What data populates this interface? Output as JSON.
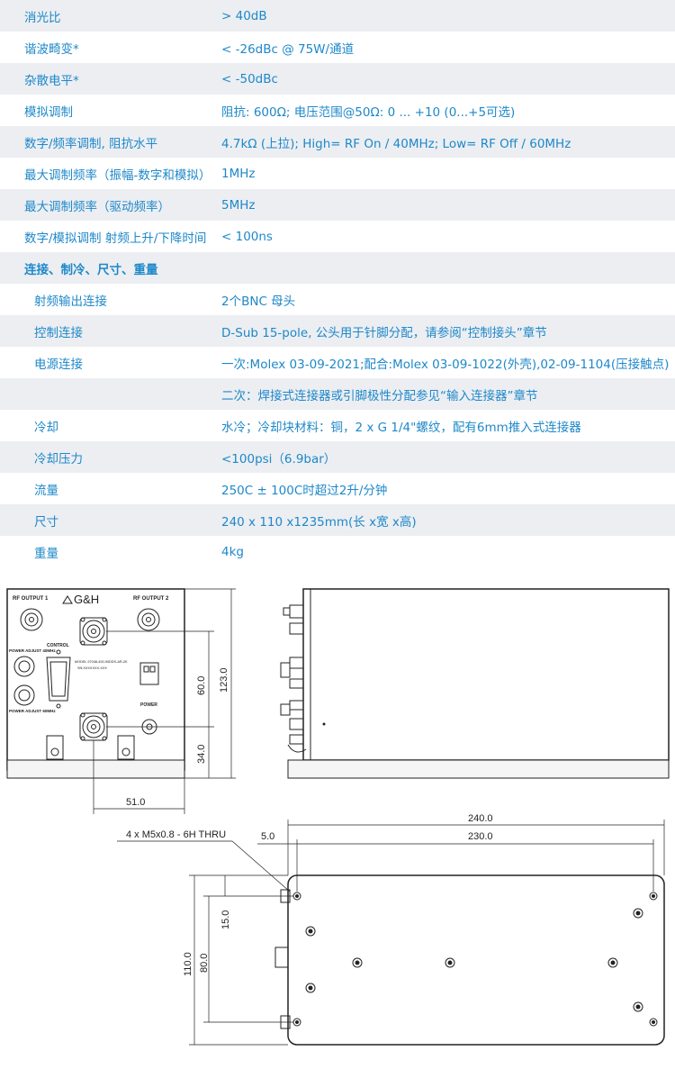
{
  "specs": {
    "rows": [
      {
        "k": "消光比",
        "v": "> 40dB"
      },
      {
        "k": "谐波畸变*",
        "v": "< -26dBc @ 75W/通道"
      },
      {
        "k": "杂散电平*",
        "v": "< -50dBc"
      },
      {
        "k": "模拟调制",
        "v": "阻抗: 600Ω; 电压范围@50Ω: 0 ... +10 (0...+5可选)"
      },
      {
        "k": "数字/频率调制, 阻抗水平",
        "v": " 4.7kΩ (上拉);  High= RF On / 40MHz; Low= RF Off / 60MHz"
      },
      {
        "k": "最大调制频率（振幅-数字和模拟）",
        "v": "1MHz"
      },
      {
        "k": "最大调制频率（驱动频率）",
        "v": "5MHz"
      },
      {
        "k": "数字/模拟调制 射频上升/下降时间",
        "v": "< 100ns"
      },
      {
        "k": "连接、制冷、尺寸、重量",
        "v": ""
      },
      {
        "k": "射频输出连接",
        "v": "2个BNC 母头"
      },
      {
        "k": "控制连接",
        "v": "D-Sub 15-pole, 公头用于针脚分配，请参阅“控制接头”章节"
      },
      {
        "k": "电源连接",
        "v": "一次:Molex 03-09-2021;配合:Molex 03-09-1022(外壳),02-09-1104(压接触点)"
      },
      {
        "k": "",
        "v": "二次：焊接式连接器或引脚极性分配参见“输入连接器”章节"
      },
      {
        "k": "冷却",
        "v": "水冷；冷却块材料：铜，2 x G 1/4\"螺纹，配有6mm推入式连接器"
      },
      {
        "k": "冷却压力",
        "v": "<100psi（6.9bar）"
      },
      {
        "k": "流量",
        "v": "250C ± 100C时超过2升/分钟"
      },
      {
        "k": "尺寸",
        "v": "240 x 110 x1235mm(长 x宽 x高)"
      },
      {
        "k": "重量",
        "v": "4kg"
      }
    ]
  },
  "drawing": {
    "front": {
      "rf1": "RF OUTPUT 1",
      "rf2": "RF OUTPUT 2",
      "logo": "G&H",
      "control": "CONTROL",
      "power_adj_40": "POWER ADJUST 40MHz",
      "power_adj_60": "POWER ADJUST 60MHz",
      "model": "MODEL 97048-400-90DDS-AR-2K",
      "serial": "SN:XXXXXXX-XXX",
      "power": "POWER",
      "dim_60": "60.0",
      "dim_123": "123.0",
      "dim_34": "34.0",
      "dim_51": "51.0"
    },
    "top": {
      "hole_note": "4 x M5x0.8 - 6H THRU",
      "dim_5": "5.0",
      "dim_240": "240.0",
      "dim_230": "230.0",
      "dim_15": "15.0",
      "dim_110": "110.0",
      "dim_80": "80.0"
    }
  }
}
